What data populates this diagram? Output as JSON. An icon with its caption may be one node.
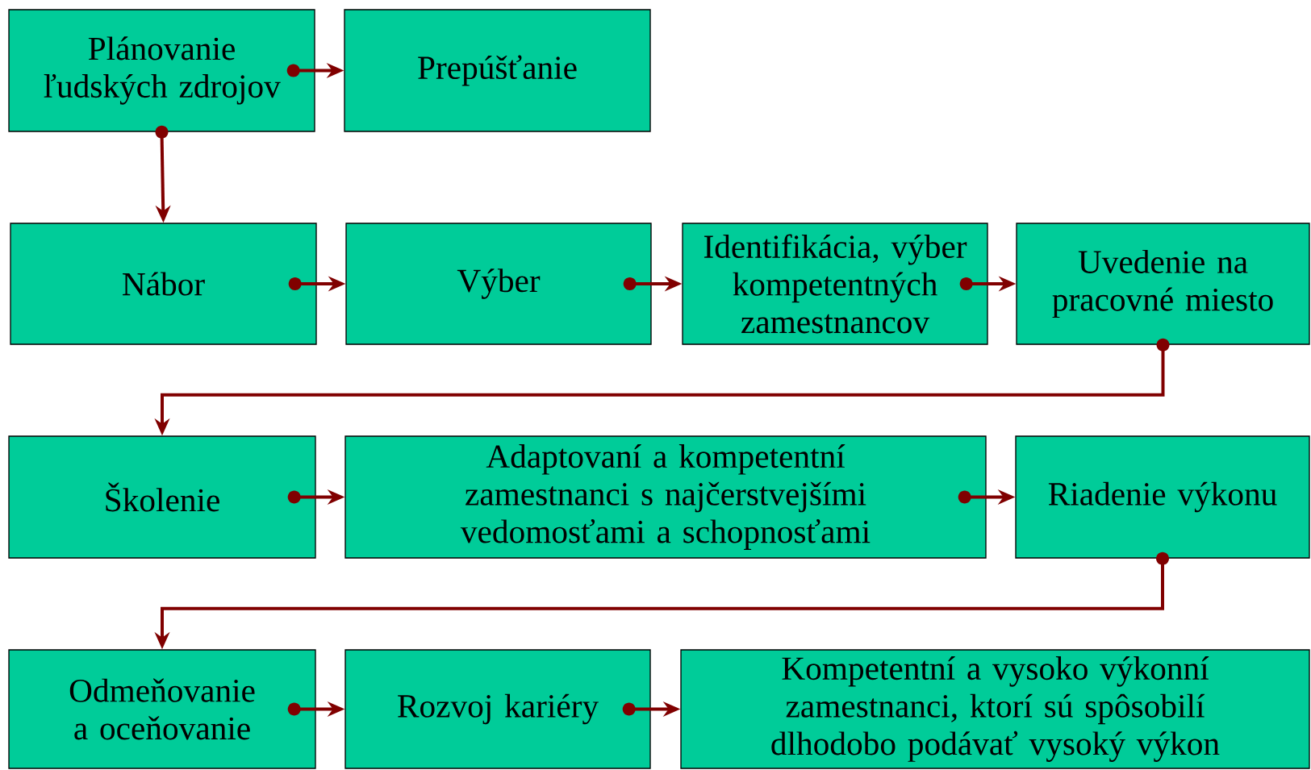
{
  "diagram": {
    "nodes": [
      {
        "text": [
          "Plánovanie ľudských zdrojov"
        ]
      },
      {
        "text": [
          "Prepúšťanie"
        ]
      },
      {
        "text": [
          "Nábor"
        ]
      },
      {
        "text": [
          "Výber"
        ]
      },
      {
        "text": [
          "Identifikácia, výber kompetentných zamestnancov"
        ]
      },
      {
        "text": [
          "Uvedenie na pracovné miesto"
        ]
      },
      {
        "text": [
          "Školenie"
        ]
      },
      {
        "text": [
          "Adaptovaní a kompetentní zamestnanci s najčerstvejšími vedomosťami a schopnosťami"
        ]
      },
      {
        "text": [
          "Riadenie výkonu"
        ]
      },
      {
        "text": [
          "Odmeňovanie a oceňovanie"
        ]
      },
      {
        "text": [
          "Rozvoj kariéry"
        ]
      },
      {
        "text": [
          "Kompetentní a vysoko výkonní zamestnanci, ktorí sú spôsobilí dlhodobo podávať vysoký výkon"
        ]
      }
    ],
    "edges": [
      {
        "from": 0,
        "to": 1,
        "arrow": "to"
      },
      {
        "from": 0,
        "to": 2,
        "arrow": "to"
      },
      {
        "from": 2,
        "to": 3,
        "arrow": "to"
      },
      {
        "from": 3,
        "to": 4,
        "arrow": "to"
      },
      {
        "from": 4,
        "to": 5,
        "arrow": "to"
      },
      {
        "from": 5,
        "to": 6,
        "arrow": "to"
      },
      {
        "from": 6,
        "to": 7,
        "arrow": "to"
      },
      {
        "from": 7,
        "to": 8,
        "arrow": "to"
      },
      {
        "from": 8,
        "to": 9,
        "arrow": "to"
      },
      {
        "from": 9,
        "to": 10,
        "arrow": "to"
      },
      {
        "from": 10,
        "to": 11,
        "arrow": "to"
      }
    ]
  }
}
